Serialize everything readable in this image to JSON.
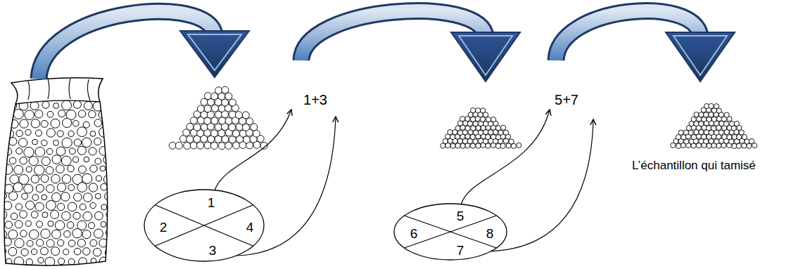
{
  "diagram": {
    "nodes": [
      {
        "text": [
          "1",
          "2",
          "4",
          "3"
        ]
      },
      {
        "text": [
          "5",
          "6",
          "8",
          "7"
        ]
      }
    ],
    "labels": [
      "1+3",
      "5+7",
      "L’échantillon qui tamisé"
    ]
  }
}
